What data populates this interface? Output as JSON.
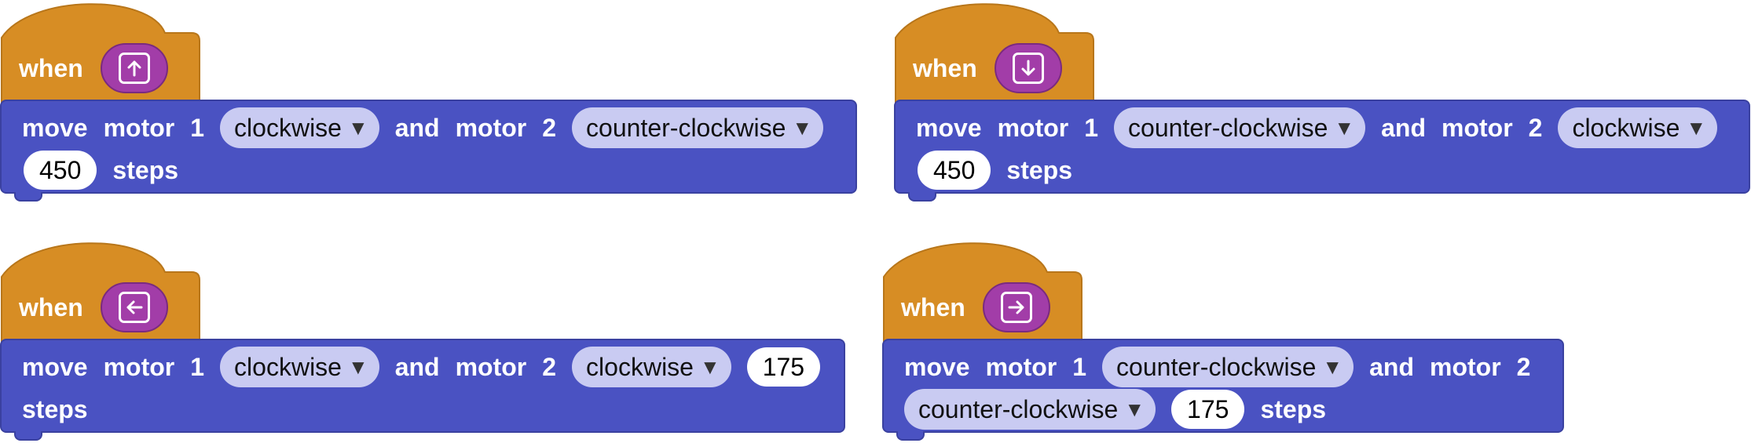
{
  "colors": {
    "event_block": "#d78d24",
    "motion_block": "#4a52c2",
    "key_oval": "#a23da8",
    "dropdown": "#c9cbf2",
    "number_field": "#ffffff",
    "text": "#ffffff"
  },
  "scripts": [
    {
      "when": "when",
      "key_icon": "arrow-up-icon",
      "move": "move",
      "motor": "motor",
      "motor1_num": "1",
      "motor1_dir": "clockwise",
      "and": "and",
      "motor2_num": "2",
      "motor2_dir": "counter-clockwise",
      "steps_value": "450",
      "steps": "steps"
    },
    {
      "when": "when",
      "key_icon": "arrow-down-icon",
      "move": "move",
      "motor": "motor",
      "motor1_num": "1",
      "motor1_dir": "counter-clockwise",
      "and": "and",
      "motor2_num": "2",
      "motor2_dir": "clockwise",
      "steps_value": "450",
      "steps": "steps"
    },
    {
      "when": "when",
      "key_icon": "arrow-left-icon",
      "move": "move",
      "motor": "motor",
      "motor1_num": "1",
      "motor1_dir": "clockwise",
      "and": "and",
      "motor2_num": "2",
      "motor2_dir": "clockwise",
      "steps_value": "175",
      "steps": "steps"
    },
    {
      "when": "when",
      "key_icon": "arrow-right-icon",
      "move": "move",
      "motor": "motor",
      "motor1_num": "1",
      "motor1_dir": "counter-clockwise",
      "and": "and",
      "motor2_num": "2",
      "motor2_dir": "counter-clockwise",
      "steps_value": "175",
      "steps": "steps"
    }
  ]
}
